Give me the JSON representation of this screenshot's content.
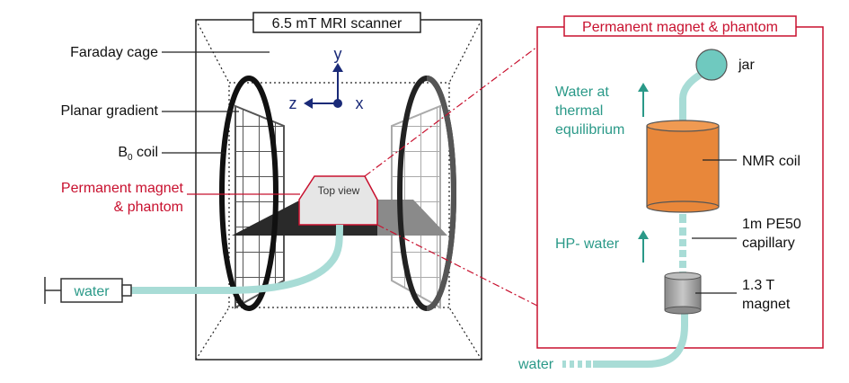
{
  "scanner": {
    "title": "6.5 mT MRI scanner",
    "label_faraday": "Faraday cage",
    "label_gradient": "Planar gradient",
    "label_b0_main": "B",
    "label_b0_sub": "0",
    "label_b0_rest": " coil",
    "label_magnet_line1": "Permanent magnet",
    "label_magnet_line2": "& phantom",
    "top_view": "Top view",
    "axis_y": "y",
    "axis_z": "z",
    "axis_x": "x",
    "syringe_label": "water"
  },
  "inset": {
    "title": "Permanent magnet & phantom",
    "jar": "jar",
    "thermal_line1": "Water at",
    "thermal_line2": "thermal",
    "thermal_line3": "equilibrium",
    "nmr_coil": "NMR coil",
    "capillary_line1": "1m PE50",
    "capillary_line2": "capillary",
    "hp_water": "HP- water",
    "magnet_line1": "1.3 T",
    "magnet_line2": "magnet",
    "water_in": "water"
  },
  "colors": {
    "red": "#c8102e",
    "teal": "#2a9988",
    "tube": "#a8dcd6",
    "orange": "#e8873a",
    "navy": "#1a2a78"
  }
}
